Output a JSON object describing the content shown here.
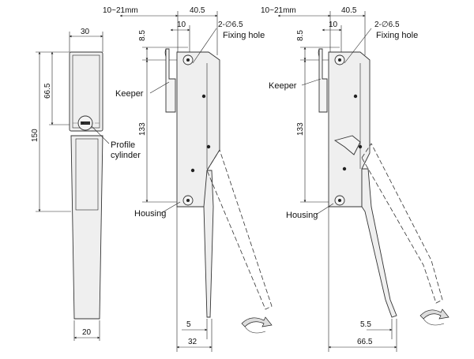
{
  "front_view": {
    "width_top": "30",
    "height_to_cylinder": "66.5",
    "total_height": "150",
    "width_bottom": "20",
    "label_profile": "Profile",
    "label_cylinder": "cylinder"
  },
  "side_view_a": {
    "keeper_range": "10~21mm",
    "width": "40.5",
    "offset_10": "10",
    "offset_8_5": "8.5",
    "hole_spec": "2-∅6.5",
    "fixing_hole": "Fixing hole",
    "keeper": "Keeper",
    "height_133": "133",
    "housing": "Housing",
    "bottom_5": "5",
    "bottom_32": "32"
  },
  "side_view_b": {
    "keeper_range": "10~21mm",
    "width": "40.5",
    "offset_10": "10",
    "offset_8_5": "8.5",
    "hole_spec": "2-∅6.5",
    "fixing_hole": "Fixing hole",
    "keeper": "Keeper",
    "height_133": "133",
    "housing": "Housing",
    "bottom_5_5": "5.5",
    "bottom_66_5": "66.5"
  },
  "colors": {
    "line": "#222222",
    "fill": "#efefef"
  },
  "icons": [
    "rotation-arrow-icon",
    "screw-icon"
  ]
}
